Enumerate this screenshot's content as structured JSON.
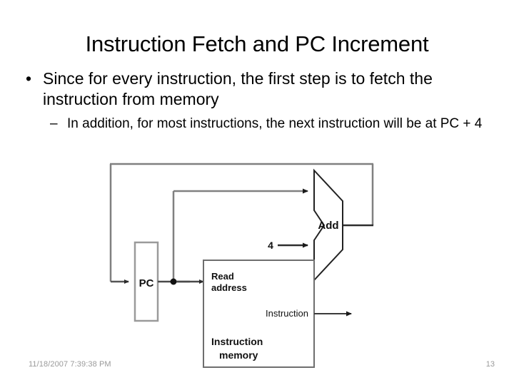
{
  "slide": {
    "title": "Instruction Fetch and PC Increment",
    "bullets": [
      {
        "level": 1,
        "marker": "•",
        "text": "Since for every instruction, the first step is to fetch the instruction from memory"
      },
      {
        "level": 2,
        "marker": "–",
        "text": "In addition, for most instructions, the next instruction will be at PC + 4"
      }
    ]
  },
  "figure": {
    "name": "instruction-fetch-datapath",
    "blocks": {
      "pc": "PC",
      "add": "Add",
      "read_address": "Read address",
      "instruction_port": "Instruction",
      "memory_title": "Instruction",
      "memory_subtitle": "memory"
    },
    "constants": {
      "four": "4"
    },
    "colors": {
      "wire": "#808080",
      "wire_dark": "#333333",
      "block_outline": "#9a9a9a",
      "alu_outline": "#222222",
      "text": "#111111",
      "background": "#ffffff"
    }
  },
  "footer": {
    "date": "11/18/2007 7:39:38 PM",
    "slide_number": "13"
  }
}
